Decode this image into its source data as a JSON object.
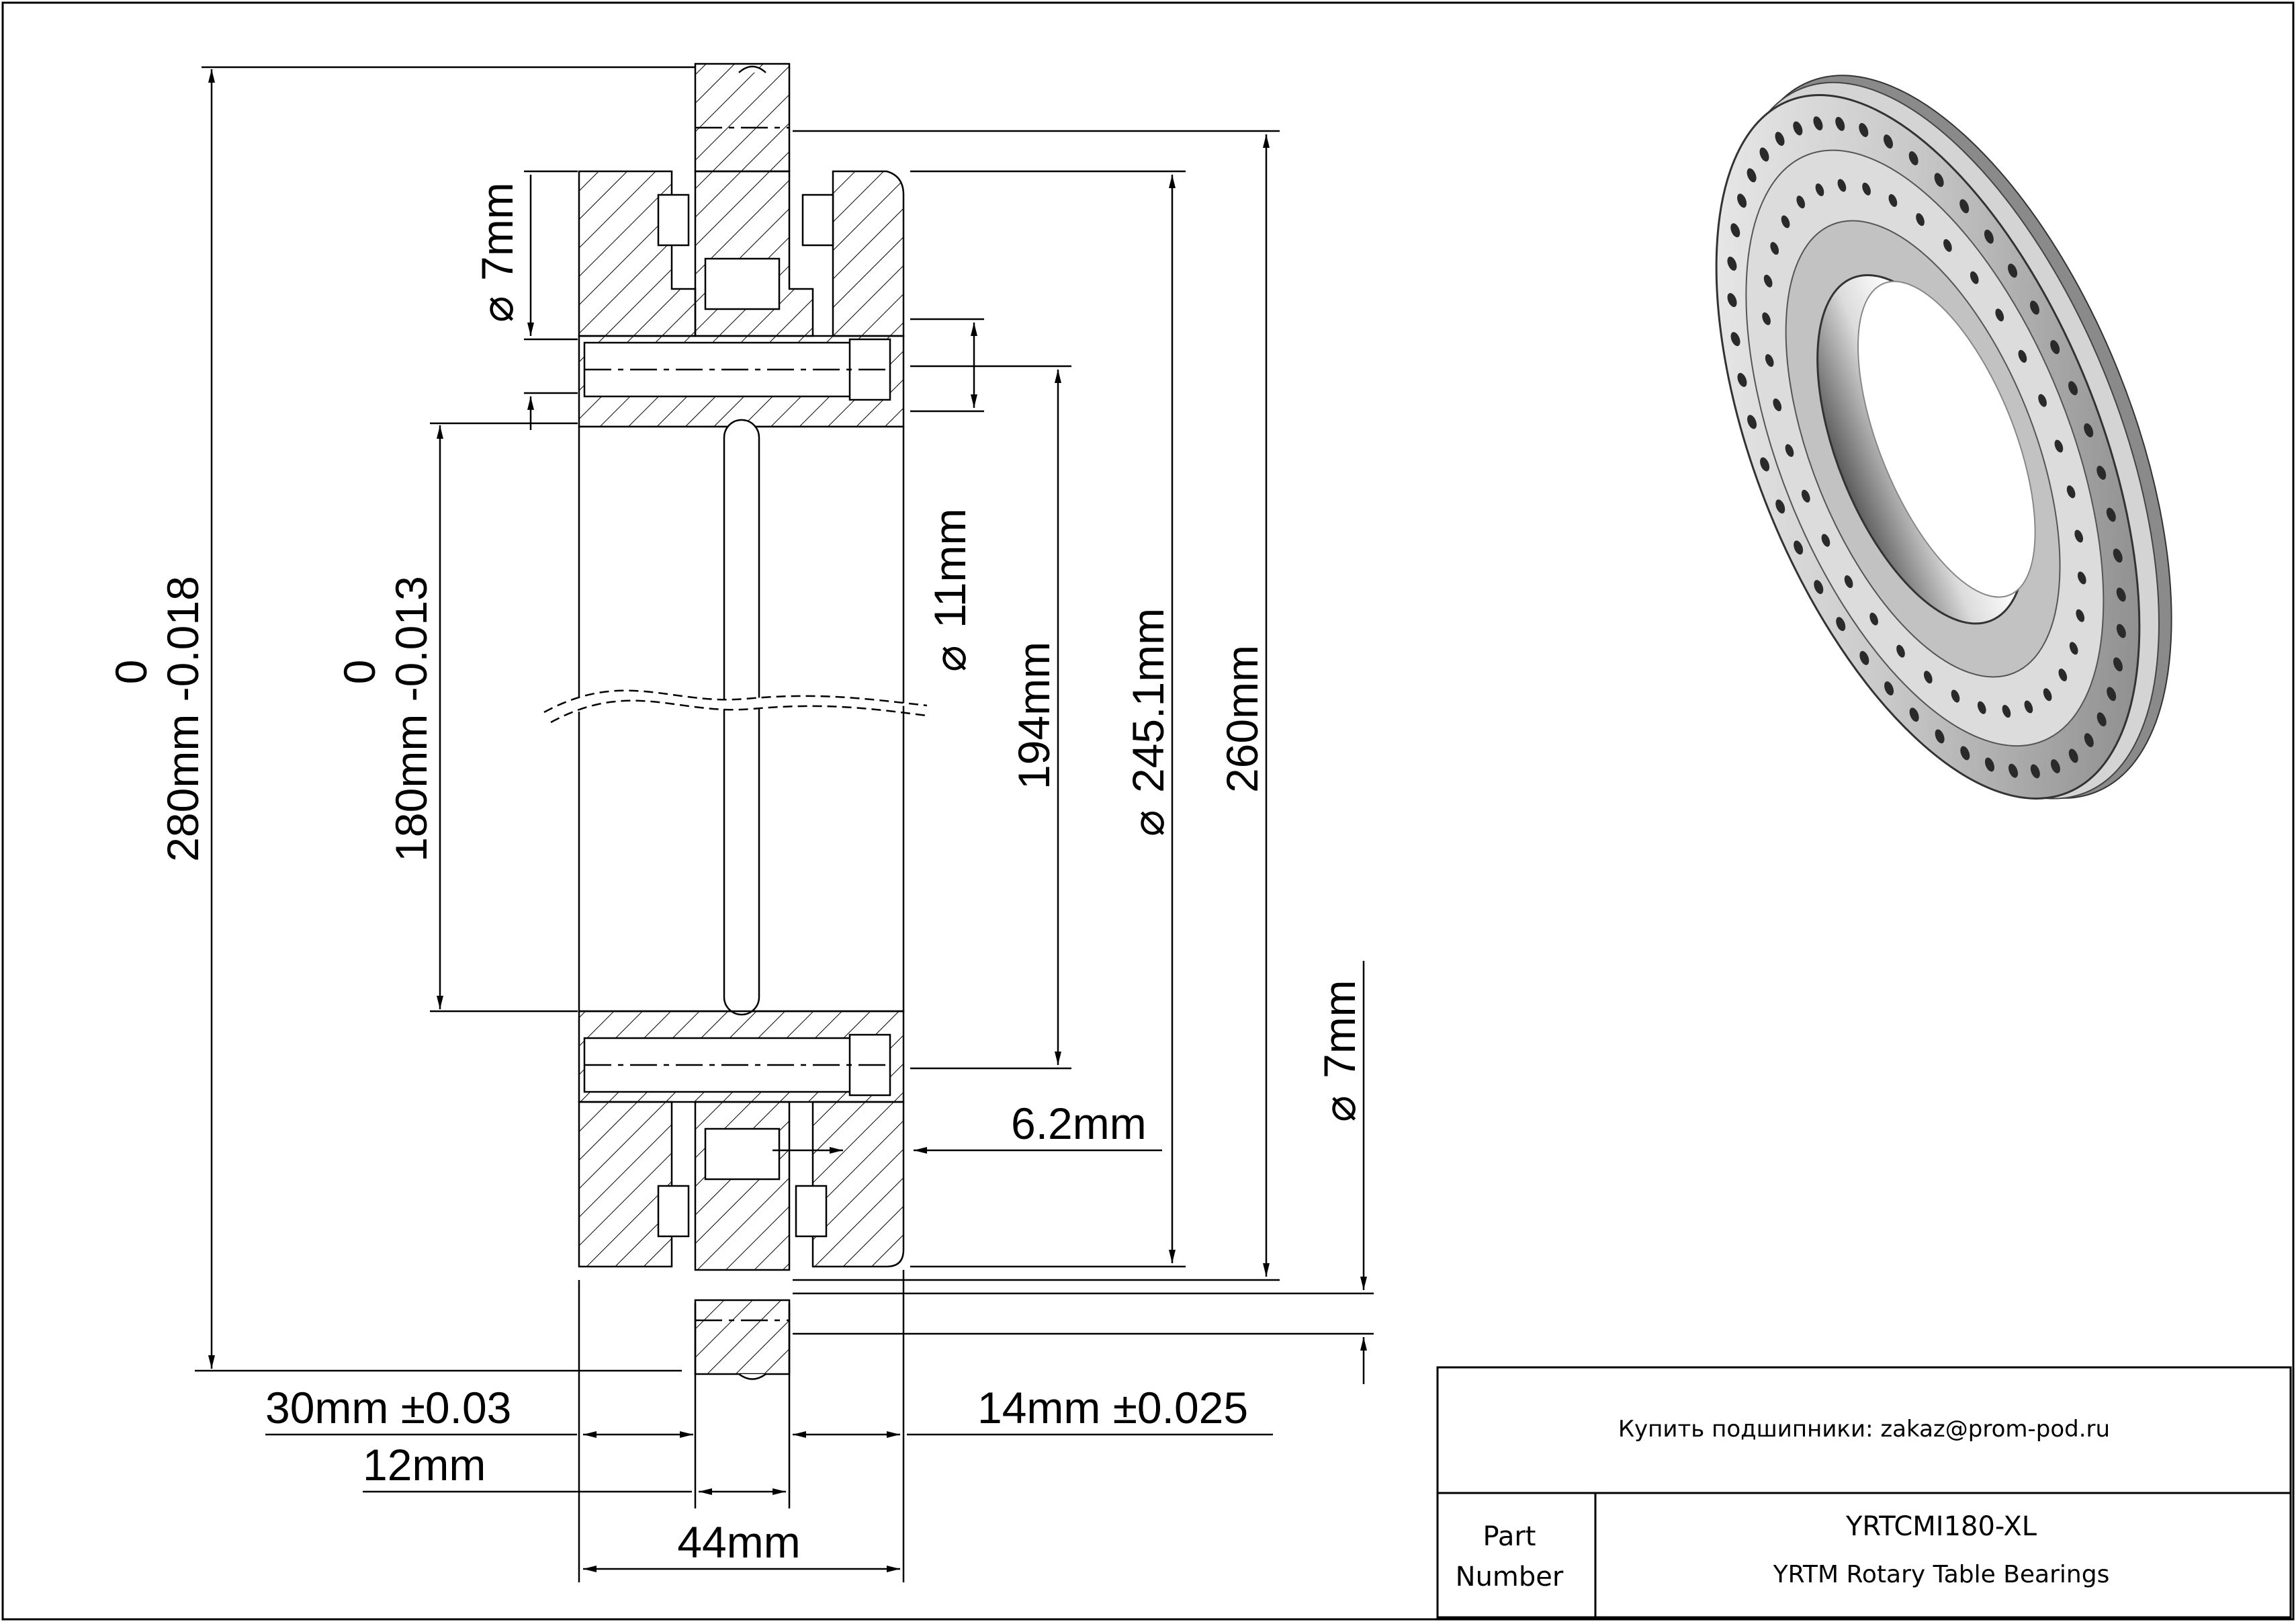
{
  "dimensions": {
    "outer_diameter_nominal": "0",
    "outer_diameter": "280mm -0.018",
    "bore_nominal": "0",
    "bore": "180mm -0.013",
    "hole_top": "7mm",
    "hole_mid": "11mm",
    "pitch_inner": "194mm",
    "pitch_outer": "245.1mm",
    "flange_diameter": "260mm",
    "hole_bottom": "7mm",
    "offset": "6.2mm",
    "height_total": "30mm ±0.03",
    "height_ring": "12mm",
    "width_right": "14mm ±0.025",
    "width_total": "44mm",
    "diameter_symbol": "⌀"
  },
  "title_block": {
    "contact": "Купить подшипники: zakaz@prom-pod.ru",
    "part_label_line1": "Part",
    "part_label_line2": "Number",
    "part_number": "YRTCMI180-XL",
    "description": "YRTM Rotary Table Bearings"
  },
  "colors": {
    "line": "#000000",
    "metal_light": "#e8e8e8",
    "metal_mid": "#b8b8b8",
    "metal_dark": "#6e6e6e",
    "hole": "#2a2a2a"
  }
}
